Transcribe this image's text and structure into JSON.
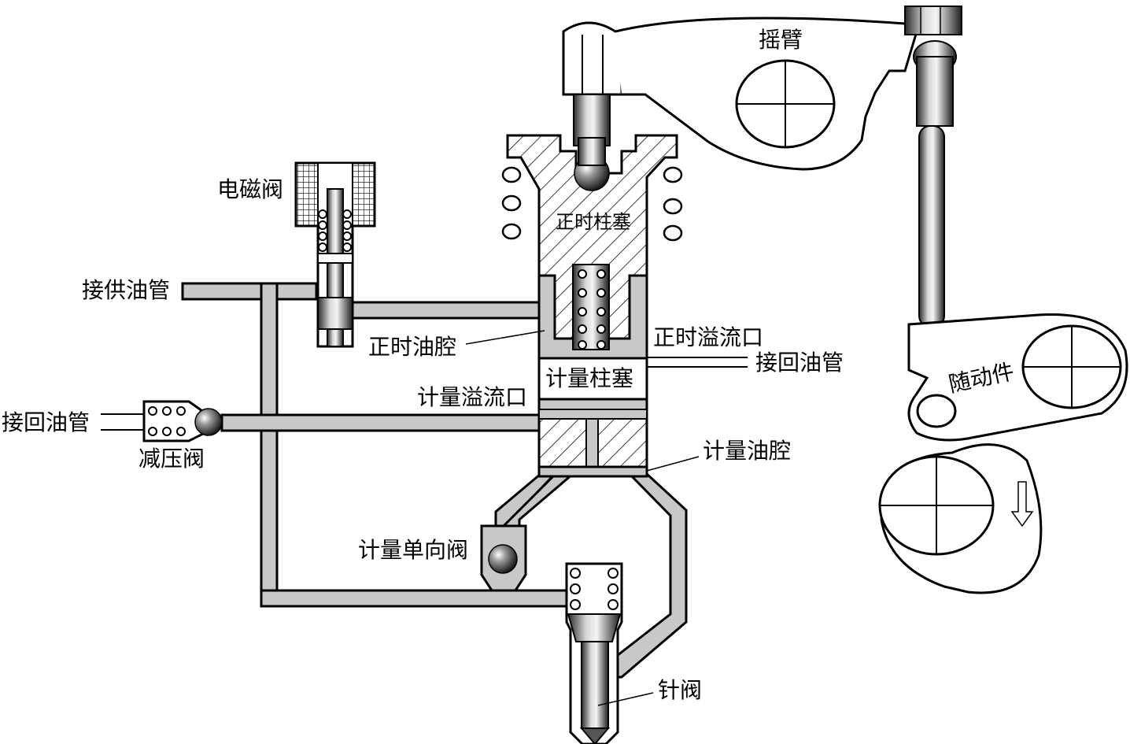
{
  "labels": {
    "rocker_arm": "摇臂",
    "solenoid_valve": "电磁阀",
    "timing_plunger": "正时柱塞",
    "supply_pipe": "接供油管",
    "timing_chamber": "正时油腔",
    "timing_spill_port": "正时溢流口",
    "return_pipe_right": "接回油管",
    "metering_plunger": "计量柱塞",
    "metering_spill_port": "计量溢流口",
    "return_pipe_left": "接回油管",
    "pressure_reducing_valve": "减压阀",
    "metering_chamber": "计量油腔",
    "metering_check_valve": "计量单向阀",
    "needle_valve": "针阀",
    "follower": "随动件"
  },
  "colors": {
    "pipe_fill": "#c8c8c8",
    "outline": "#000000",
    "metal_dark": "#3a3a3a",
    "background": "#ffffff"
  }
}
